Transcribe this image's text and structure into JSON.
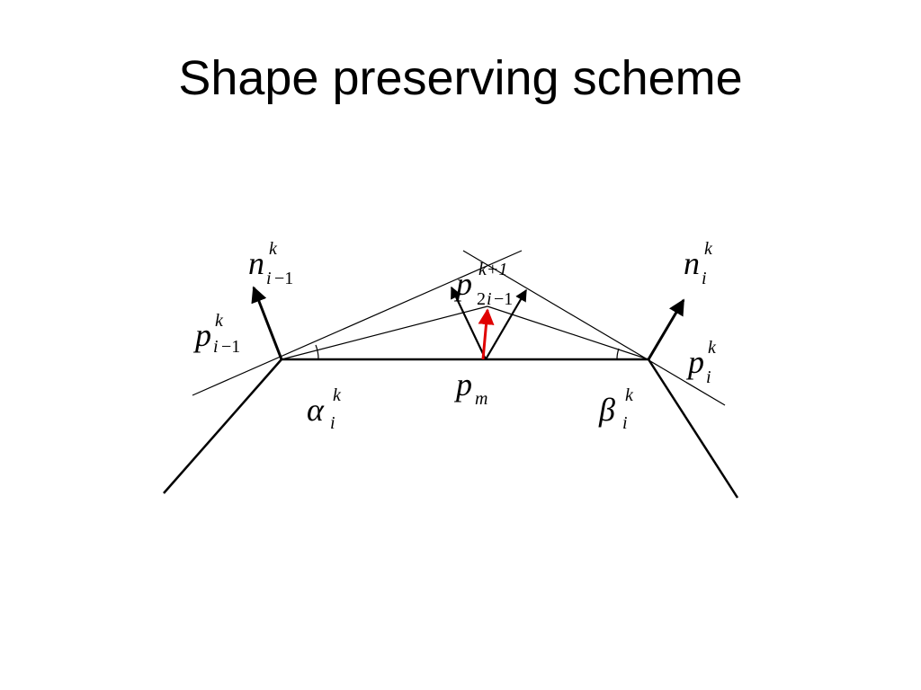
{
  "title": "Shape preserving scheme",
  "colors": {
    "line": "#000000",
    "highlight_arrow": "#e00000"
  },
  "labels": {
    "n_prev": {
      "base": "n",
      "sup": "k",
      "sub_var": "i",
      "sub_rest": "−1"
    },
    "n_curr": {
      "base": "n",
      "sup": "k",
      "sub_var": "i",
      "sub_rest": ""
    },
    "p_prev": {
      "base": "p",
      "sup": "k",
      "sub_var": "i",
      "sub_rest": "−1"
    },
    "p_curr": {
      "base": "p",
      "sup": "k",
      "sub_var": "i",
      "sub_rest": ""
    },
    "p_new": {
      "base": "p",
      "sup": "k+1",
      "sub_num": "2",
      "sub_var": "i",
      "sub_rest": "−1"
    },
    "p_mid": {
      "base": "p",
      "sub_var": "m"
    },
    "alpha": {
      "base": "α",
      "sup": "k",
      "sub_var": "i"
    },
    "beta": {
      "base": "β",
      "sup": "k",
      "sub_var": "i"
    }
  }
}
